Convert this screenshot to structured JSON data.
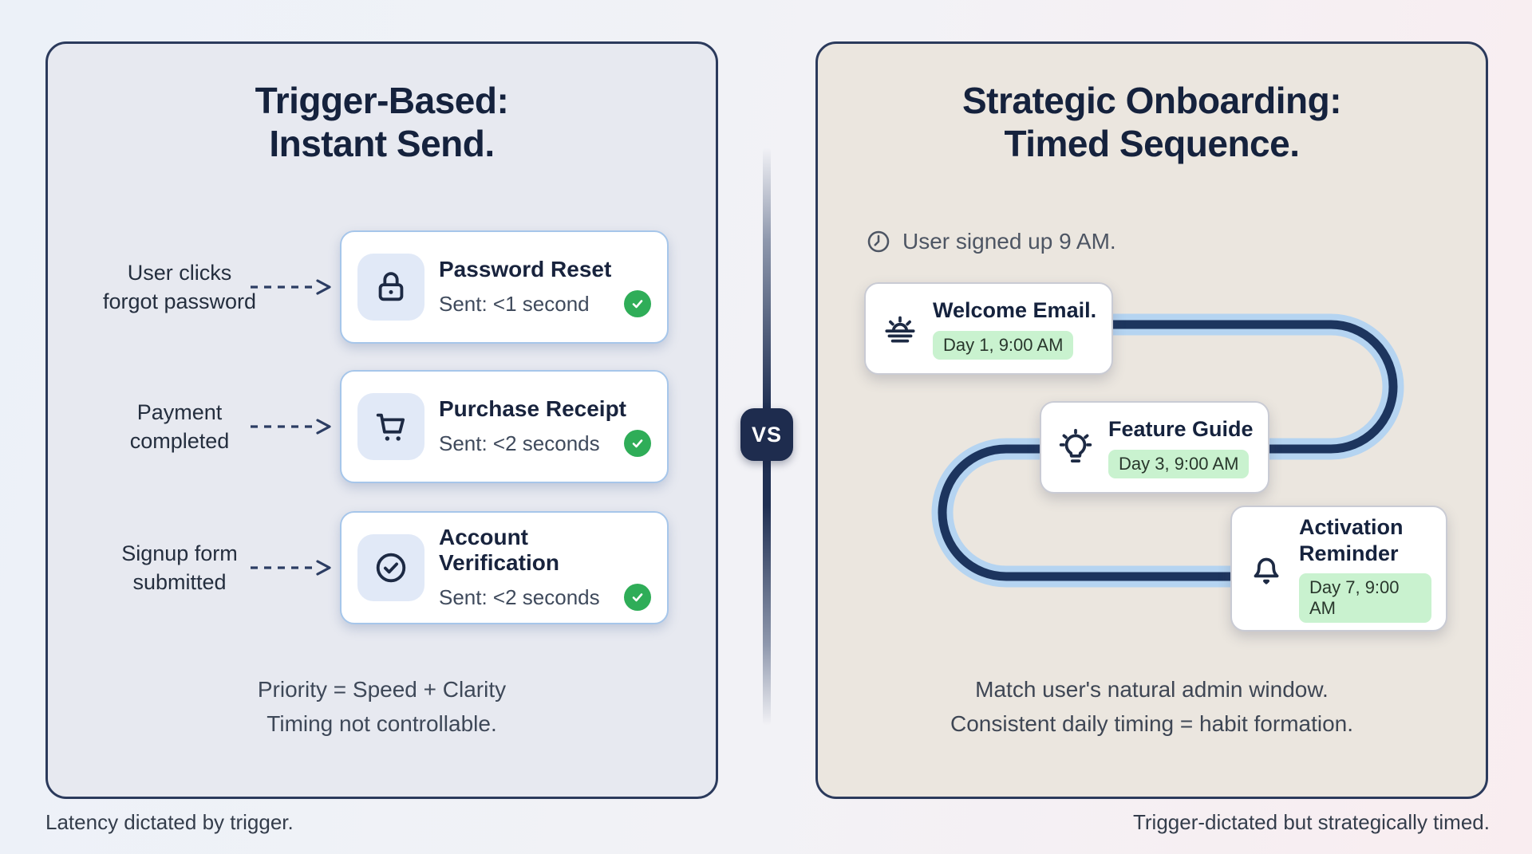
{
  "vs_badge": "VS",
  "left_panel": {
    "title_line1": "Trigger-Based:",
    "title_line2": "Instant Send.",
    "rows": [
      {
        "trigger_line1": "User clicks",
        "trigger_line2": "forgot password",
        "icon": "lock-icon",
        "title": "Password Reset",
        "status": "Sent: <1 second"
      },
      {
        "trigger_line1": "Payment",
        "trigger_line2": "completed",
        "icon": "cart-icon",
        "title": "Purchase Receipt",
        "status": "Sent: <2 seconds"
      },
      {
        "trigger_line1": "Signup form",
        "trigger_line2": "submitted",
        "icon": "check-circle-icon",
        "title": "Account Verification",
        "status": "Sent: <2 seconds"
      }
    ],
    "footer_line1": "Priority = Speed + Clarity",
    "footer_line2": "Timing not controllable.",
    "caption": "Latency dictated by trigger."
  },
  "right_panel": {
    "title_line1": "Strategic Onboarding:",
    "title_line2": "Timed Sequence.",
    "signup_note": "User signed up 9 AM.",
    "steps": [
      {
        "icon": "sunrise-icon",
        "title": "Welcome Email.",
        "badge": "Day 1, 9:00 AM"
      },
      {
        "icon": "bulb-icon",
        "title": "Feature Guide",
        "badge": "Day 3, 9:00 AM"
      },
      {
        "icon": "bell-icon",
        "title": "Activation Reminder",
        "badge": "Day 7, 9:00 AM"
      }
    ],
    "footer_line1": "Match user's natural admin window.",
    "footer_line2": "Consistent daily timing = habit formation.",
    "caption": "Trigger-dictated but strategically timed."
  },
  "colors": {
    "navy": "#1e2c4e",
    "panel_border": "#2b3a5c",
    "check_green": "#2fad58",
    "pill_green": "#c9f2cf",
    "path_outer_blue": "#b5d4f1",
    "path_inner_navy": "#1d355e",
    "left_card_border": "#a6c6ea",
    "left_panel_bg": "#e7e9f0",
    "right_panel_bg": "#ebe6df"
  }
}
